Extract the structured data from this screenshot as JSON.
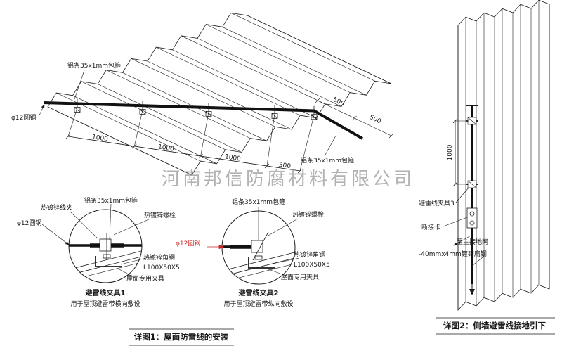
{
  "watermark": "河南邦信防腐材料有限公司",
  "colors": {
    "ink": "#1a1a1a",
    "red": "#cc2222",
    "watermark": "#a0a0a0"
  },
  "roof": {
    "alum_strip": "铝条35x1mm包箍",
    "round_steel": "φ12圆钢",
    "dim_500": "500",
    "dims_bottom": [
      "1000",
      "1000",
      "1000",
      "500"
    ]
  },
  "detail1": {
    "clip": "热镀锌线夹",
    "alum_strip": "铝条35x1mm包箍",
    "bolt": "热镀锌螺栓",
    "round_steel": "φ12圆钢",
    "angle": "热镀锌角钢",
    "angle_spec": "L100X50X5",
    "roof_clamp": "屋面专用夹具",
    "title": "避雷线夹具1",
    "subtitle": "用于屋顶避雷带横向敷设"
  },
  "detail2": {
    "alum_strip": "铝条35x1mm包箍",
    "bolt": "热镀锌螺栓",
    "round_steel": "φ12圆钢",
    "angle": "热镀锌角钢",
    "angle_spec": "L100X50X5",
    "roof_clamp": "屋面专用夹具",
    "title": "避雷线夹具2",
    "subtitle": "用于屋顶避雷带纵向敷设"
  },
  "caption1": "详图1：屋面防雷线的安装",
  "wall": {
    "dim_1000": "1000",
    "clamp3": "避雷线夹具3",
    "disconnect": "断接卡",
    "to_ground": "至主接地网",
    "flat_steel": "-40mmx4mm镀锌扁钢"
  },
  "caption2": "详图2：侧墙避雷线接地引下"
}
